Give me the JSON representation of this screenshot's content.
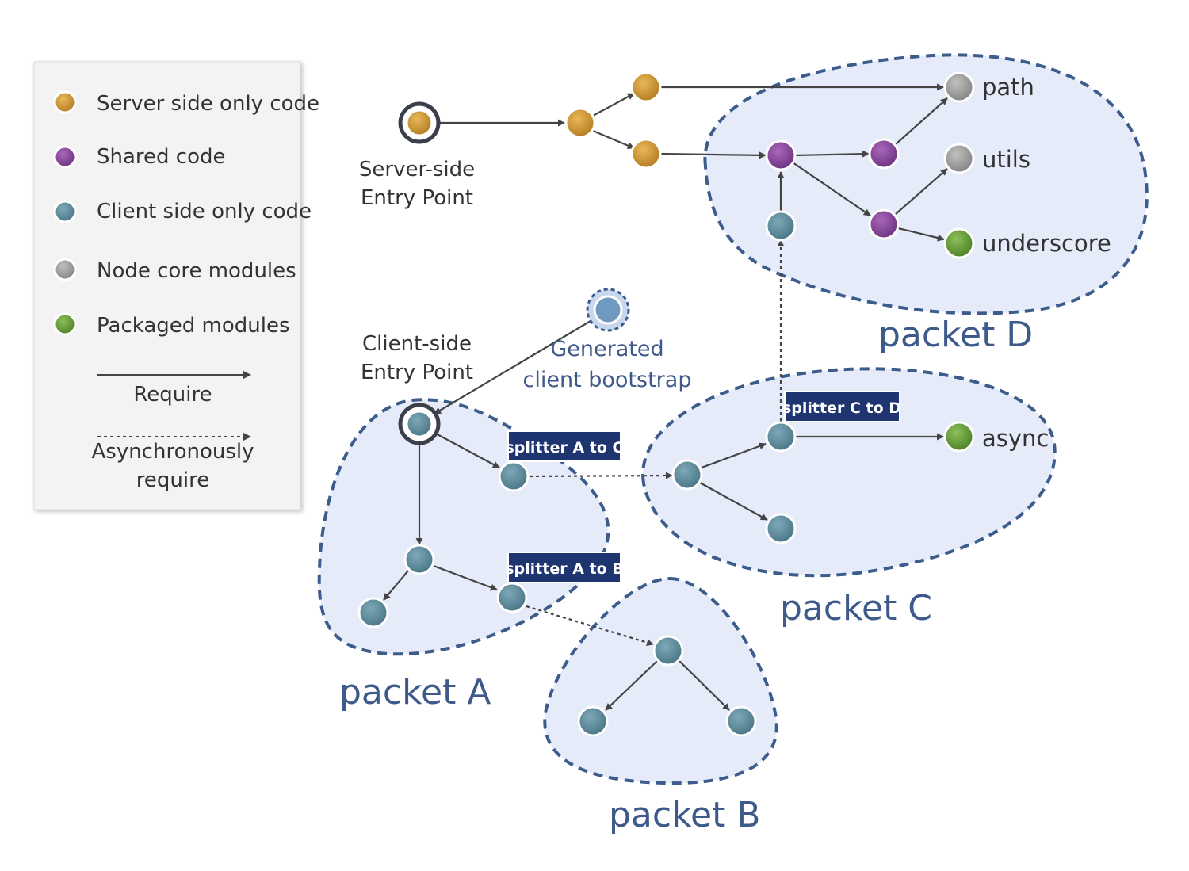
{
  "legend": {
    "items": [
      {
        "label": "Server side only code",
        "color": "server"
      },
      {
        "label": "Shared code",
        "color": "shared"
      },
      {
        "label": "Client side only code",
        "color": "client"
      },
      {
        "label": "Node core modules",
        "color": "core"
      },
      {
        "label": "Packaged modules",
        "color": "package"
      }
    ],
    "require": "Require",
    "async_line1": "Asynchronously",
    "async_line2": "require"
  },
  "colors": {
    "server": "#d29a35",
    "shared": "#8b4a9c",
    "client": "#5f8e9f",
    "core": "#9e9e9e",
    "package": "#6a9e3c",
    "packet_fill": "#e6ebfa",
    "packet_stroke": "#3c5c8c",
    "packet_label": "#3d5a8a",
    "arrow": "#444444",
    "splitter_bg": "#1f3570"
  },
  "labels": {
    "server_entry_1": "Server-side",
    "server_entry_2": "Entry Point",
    "client_entry_1": "Client-side",
    "client_entry_2": "Entry Point",
    "bootstrap_1": "Generated",
    "bootstrap_2": "client bootstrap"
  },
  "modules": {
    "path": "path",
    "utils": "utils",
    "underscore": "underscore",
    "async": "async"
  },
  "packets": {
    "a": "packet A",
    "b": "packet B",
    "c": "packet C",
    "d": "packet D"
  },
  "splitters": {
    "a_to_c": "splitter A to C",
    "a_to_b": "splitter A to B",
    "c_to_d": "splitter C to D"
  }
}
